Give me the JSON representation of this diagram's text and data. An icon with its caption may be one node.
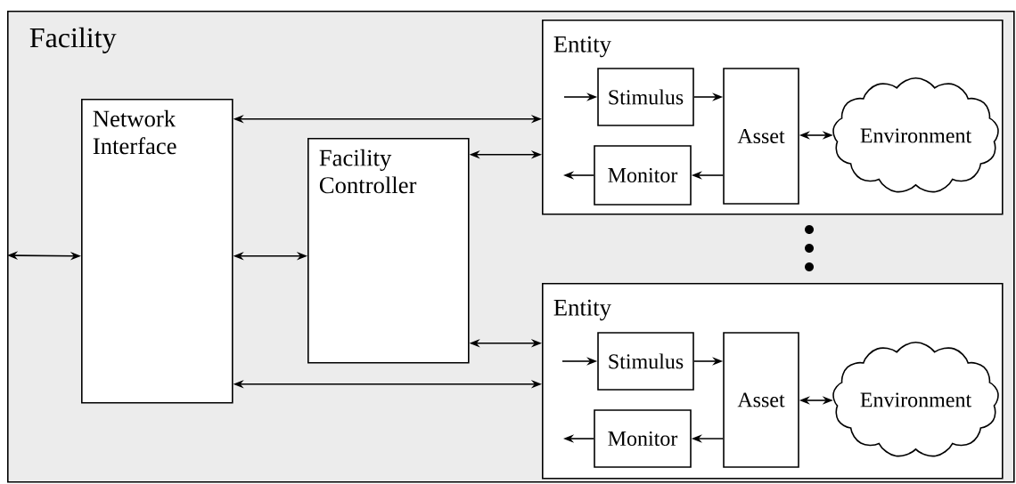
{
  "diagram": {
    "nodes": [
      {
        "text": [
          "Facility"
        ]
      },
      {
        "text": [
          "Network Interface"
        ],
        "in": 0
      },
      {
        "text": [
          "Facility Controller"
        ],
        "in": 0
      },
      {
        "text": [
          "Entity"
        ],
        "in": 0
      },
      {
        "text": [
          "Stimulus"
        ],
        "in": 3
      },
      {
        "text": [
          "Asset"
        ],
        "in": 3
      },
      {
        "text": [
          "Monitor"
        ],
        "in": 3
      },
      {
        "text": [
          "Environment"
        ],
        "in": 3
      },
      {
        "text": [
          "Entity"
        ],
        "in": 0
      },
      {
        "text": [
          "Stimulus"
        ],
        "in": 8
      },
      {
        "text": [
          "Asset"
        ],
        "in": 8
      },
      {
        "text": [
          "Monitor"
        ],
        "in": 8
      },
      {
        "text": [
          "Environment"
        ],
        "in": 8
      }
    ],
    "edges": [
      {
        "from": null,
        "to": 1,
        "arrow": "both"
      },
      {
        "from": 1,
        "to": 3,
        "arrow": "both"
      },
      {
        "from": 2,
        "to": 3,
        "arrow": "both"
      },
      {
        "from": 1,
        "to": 2,
        "arrow": "both"
      },
      {
        "from": 2,
        "to": 8,
        "arrow": "both"
      },
      {
        "from": 1,
        "to": 8,
        "arrow": "both"
      },
      {
        "from": null,
        "to": 4,
        "arrow": "to"
      },
      {
        "from": 4,
        "to": 5,
        "arrow": "to"
      },
      {
        "from": 5,
        "to": 6,
        "arrow": "to"
      },
      {
        "from": 6,
        "to": null,
        "arrow": "to"
      },
      {
        "from": 5,
        "to": 7,
        "arrow": "both"
      },
      {
        "from": null,
        "to": 9,
        "arrow": "to"
      },
      {
        "from": 9,
        "to": 10,
        "arrow": "to"
      },
      {
        "from": 10,
        "to": 11,
        "arrow": "to"
      },
      {
        "from": 11,
        "to": null,
        "arrow": "to"
      },
      {
        "from": 10,
        "to": 12,
        "arrow": "both"
      }
    ]
  }
}
